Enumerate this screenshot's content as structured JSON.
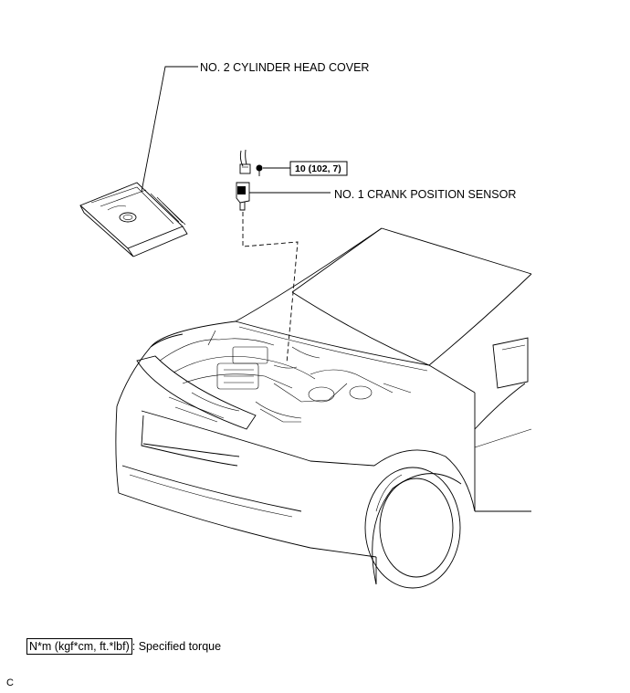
{
  "labels": {
    "cylinder_head_cover": "NO. 2 CYLINDER HEAD COVER",
    "crank_position_sensor": "NO. 1 CRANK POSITION SENSOR",
    "torque_value": "10 (102, 7)"
  },
  "legend": {
    "unit_box": "N*m (kgf*cm, ft.*lbf)",
    "separator": ":",
    "description": "Specified torque"
  },
  "footer": {
    "code": "C"
  }
}
